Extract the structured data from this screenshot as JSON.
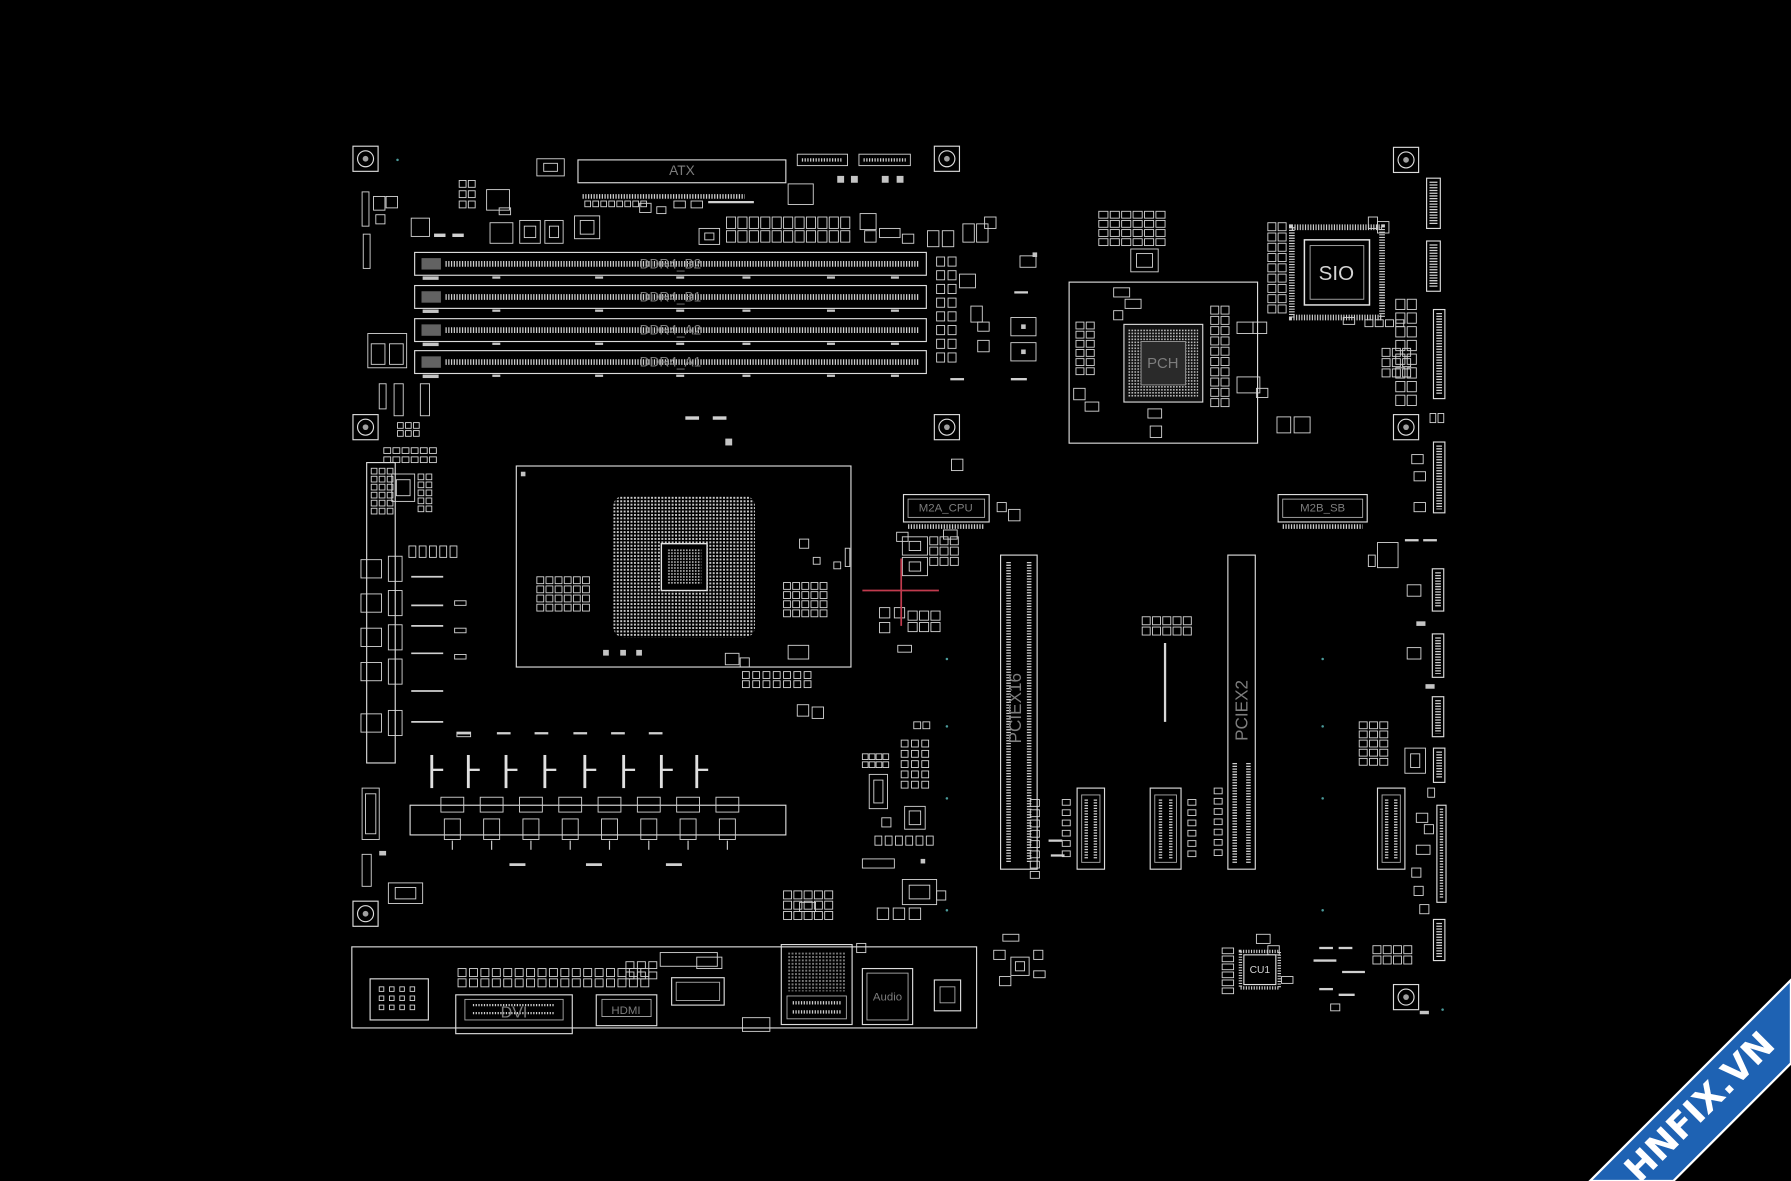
{
  "theme": {
    "background": "#000000",
    "line_color": "#dcdcdc",
    "label_color": "#7d7d7d",
    "cursor_color": "#c13b4e"
  },
  "board": {
    "connectors": {
      "atx": "ATX",
      "dimm_b2": "DDR4_B2",
      "dimm_b1": "DDR4_B1",
      "dimm_a2": "DDR4_A2",
      "dimm_a1": "DDR4_A1",
      "m2a": "M2A_CPU",
      "m2b": "M2B_SB",
      "pcie_x16": "PCIEX16",
      "pcie_x2": "PCIEX2",
      "dvi": "DVI",
      "hdmi": "HDMI",
      "audio": "Audio"
    },
    "chips": {
      "pch": "PCH",
      "sio": "SIO",
      "cu1": "CU1"
    }
  },
  "cursor": {
    "icon": "crosshair-icon"
  },
  "watermark": {
    "text": "HNFIX.VN",
    "color": "#1e62b3"
  }
}
